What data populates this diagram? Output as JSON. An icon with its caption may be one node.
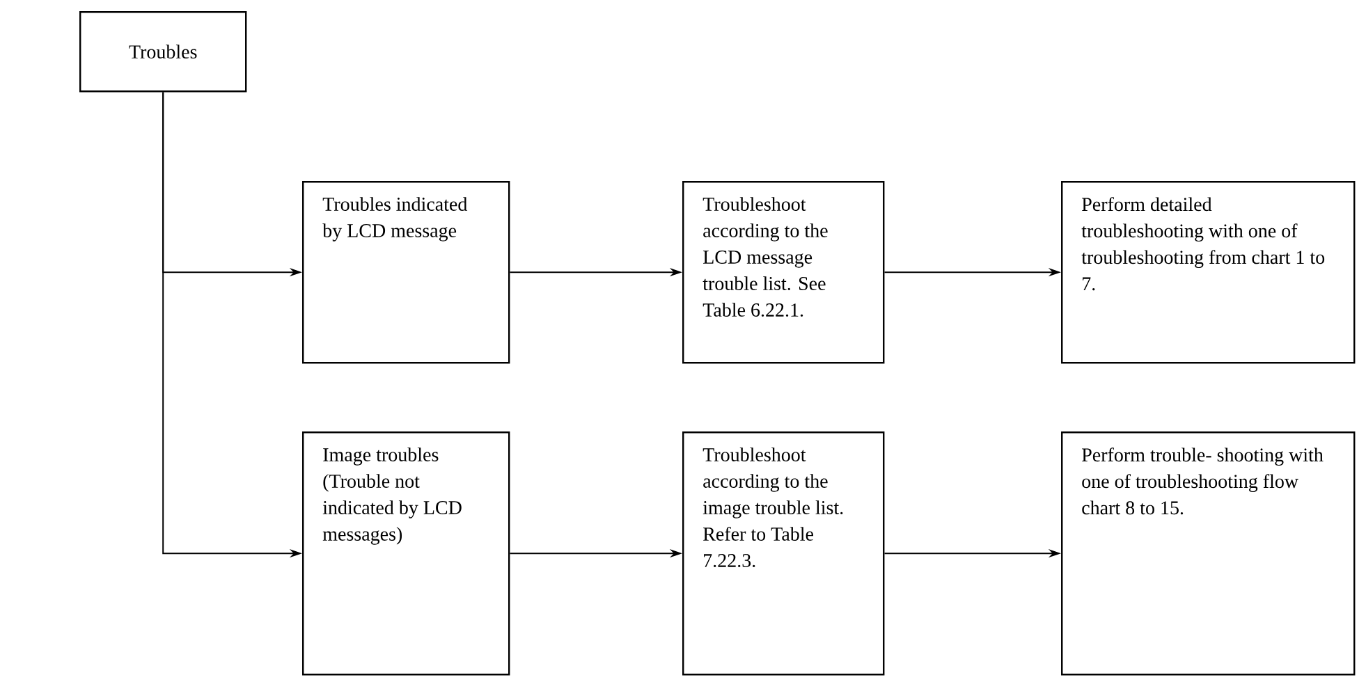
{
  "diagram": {
    "nodes": [
      {
        "text": [
          "Troubles"
        ]
      },
      {
        "text": [
          "Troubles indicated by LCD message"
        ]
      },
      {
        "text": [
          "Troubleshoot according to the LCD message trouble list. See Table 6.22.1."
        ]
      },
      {
        "text": [
          "Perform detailed troubleshooting with one of troubleshooting from chart 1 to 7."
        ]
      },
      {
        "text": [
          "Image troubles (Trouble not indicated by LCD messages)"
        ]
      },
      {
        "text": [
          "Troubleshoot according to the image trouble list. Refer to Table 7.22.3."
        ]
      },
      {
        "text": [
          "Perform trouble- shooting with one of troubleshooting flow chart 8 to 15."
        ]
      }
    ],
    "edges": [
      {
        "from": 0,
        "to": 1,
        "arrow": "to"
      },
      {
        "from": 0,
        "to": 4,
        "arrow": "to"
      },
      {
        "from": 1,
        "to": 2,
        "arrow": "to"
      },
      {
        "from": 2,
        "to": 3,
        "arrow": "to"
      },
      {
        "from": 4,
        "to": 5,
        "arrow": "to"
      },
      {
        "from": 5,
        "to": 6,
        "arrow": "to"
      }
    ]
  }
}
